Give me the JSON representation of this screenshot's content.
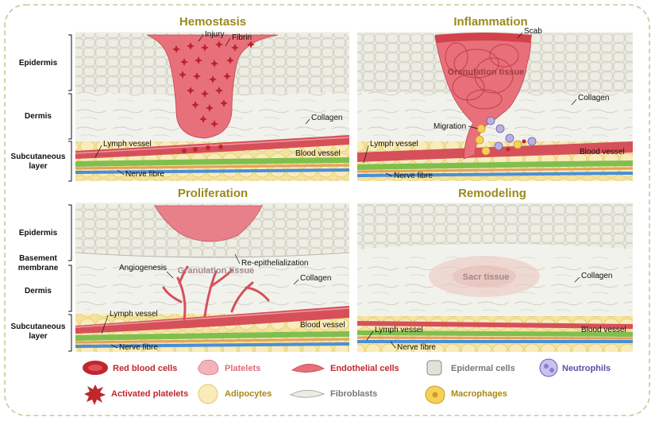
{
  "panels": {
    "hemostasis": {
      "title": "Hemostasis",
      "labels": {
        "injury": "Injury",
        "fibrin": "Fibrin",
        "collagen": "Collagen",
        "lymph": "Lymph vessel",
        "blood": "Blood vessel",
        "nerve": "Nerve fibre"
      }
    },
    "inflammation": {
      "title": "Inflammation",
      "labels": {
        "scab": "Scab",
        "granulation": "Granulation tissue",
        "migration": "Migration",
        "collagen": "Collagen",
        "lymph": "Lymph vessel",
        "blood": "Blood vessel",
        "nerve": "Nerve fibre"
      }
    },
    "proliferation": {
      "title": "Proliferation",
      "labels": {
        "angiogenesis": "Angiogenesis",
        "granulation": "Granulation tissue",
        "reepi": "Re-epithelialization",
        "collagen": "Collagen",
        "lymph": "Lymph vessel",
        "blood": "Blood vessel",
        "nerve": "Nerve fibre"
      }
    },
    "remodeling": {
      "title": "Remodeling",
      "labels": {
        "scar": "Sacr tissue",
        "collagen": "Collagen",
        "lymph": "Lymph vessel",
        "blood": "Blood vessel",
        "nerve": "Nerve fibre"
      }
    }
  },
  "layers": {
    "epidermis": "Epidermis",
    "dermis": "Dermis",
    "subcutaneous_1": "Subcutaneous",
    "subcutaneous_2": "layer",
    "basement_1": "Basement",
    "basement_2": "membrane"
  },
  "legend": [
    {
      "label": "Red blood cells",
      "color": "#c0272d",
      "icon": "red-blood-cell-icon"
    },
    {
      "label": "Platelets",
      "color": "#e06a78",
      "icon": "platelet-icon"
    },
    {
      "label": "Endothelial cells",
      "color": "#c0272d",
      "icon": "endothelial-cell-icon"
    },
    {
      "label": "Epidermal cells",
      "color": "#777777",
      "icon": "epidermal-cell-icon"
    },
    {
      "label": "Neutrophils",
      "color": "#5b4fa3",
      "icon": "neutrophil-icon"
    },
    {
      "label": "Activated platelets",
      "color": "#c0272d",
      "icon": "activated-platelet-icon"
    },
    {
      "label": "Adipocytes",
      "color": "#a88a10",
      "icon": "adipocyte-icon"
    },
    {
      "label": "Fibroblasts",
      "color": "#777777",
      "icon": "fibroblast-icon"
    },
    {
      "label": "Macrophages",
      "color": "#a88a10",
      "icon": "macrophage-icon"
    }
  ],
  "colors": {
    "title": "#9a8a1e",
    "frame": "#cfc49a",
    "epidermis": "#e9e9df",
    "dermis": "#f1f1ec",
    "fat": "#f6e7a4",
    "wound": "#e8707a",
    "blood": "#d6505a",
    "lymph": "#7fbf4e",
    "nerve": "#4a8fd6"
  }
}
